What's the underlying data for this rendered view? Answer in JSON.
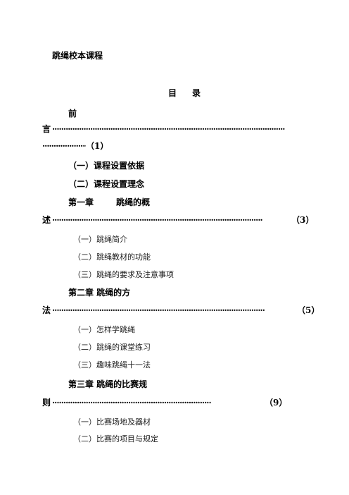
{
  "doc_title": "跳绳校本课程",
  "toc_heading": {
    "left": "目",
    "right": "录"
  },
  "entries": {
    "preface": {
      "title_head": "前",
      "title_tail": "言",
      "page": "（1）"
    },
    "basis": "（一）课程设置依据",
    "concept": "（二）课程设置理念",
    "ch1": {
      "label": "第一章",
      "title_head": "跳绳的概",
      "title_tail": "述",
      "page": "（3）"
    },
    "ch1_items": [
      "（一）跳绳简介",
      "（二）跳绳教材的功能",
      "（三）跳绳的要求及注意事项"
    ],
    "ch2": {
      "title_head": "第二章 跳绳的方",
      "title_tail": "法",
      "page": "（5）"
    },
    "ch2_items": [
      "（一）怎样学跳绳",
      "（二）跳绳的课堂练习",
      "（三）趣味跳绳十一法"
    ],
    "ch3": {
      "title_head": "第三章 跳绳的比赛规",
      "title_tail": "则",
      "page": "（9）"
    },
    "ch3_items": [
      "（一）比赛场地及器材",
      "（二）比赛的项目与规定"
    ]
  }
}
